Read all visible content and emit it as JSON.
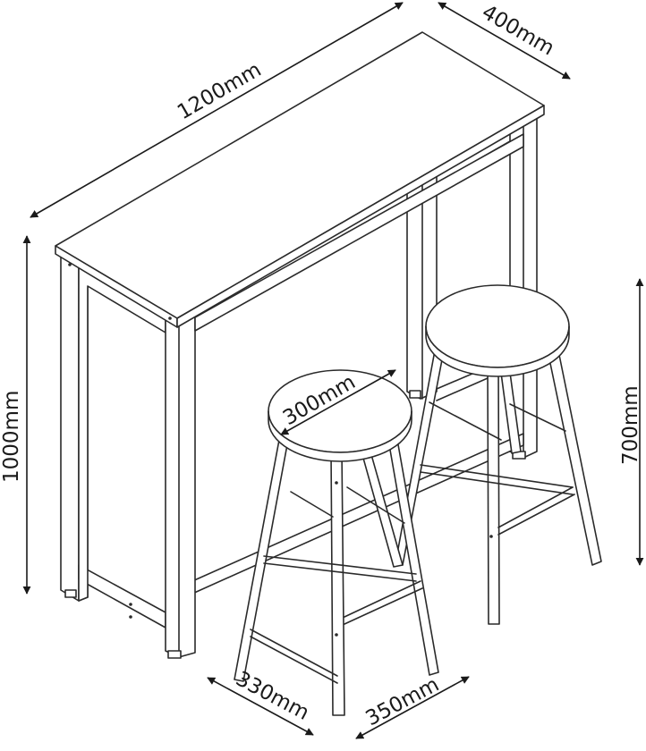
{
  "dimensions": {
    "table_length": "1200mm",
    "table_depth": "400mm",
    "table_height": "1000mm",
    "stool_height": "700mm",
    "seat_diameter": "300mm",
    "stool_width": "330mm",
    "stool_depth": "350mm"
  },
  "colors": {
    "line": "#2a2a2a",
    "background": "#ffffff"
  }
}
